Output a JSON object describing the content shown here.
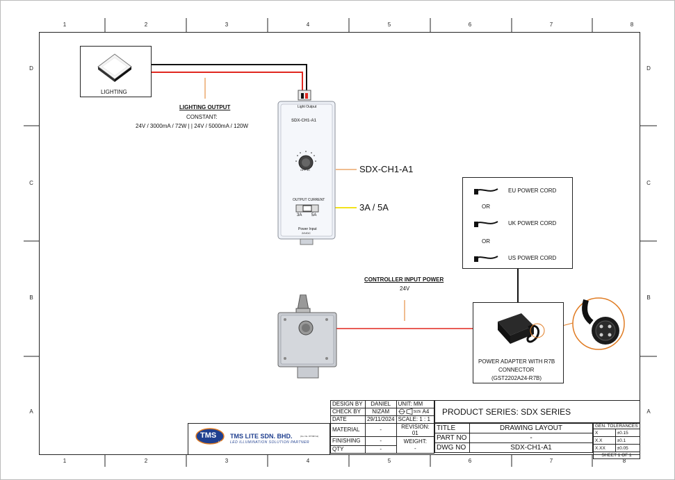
{
  "zones": {
    "numbers": [
      "1",
      "2",
      "3",
      "4",
      "5",
      "6",
      "7",
      "8"
    ],
    "letters": [
      "D",
      "C",
      "B",
      "A"
    ]
  },
  "lighting": {
    "label": "LIGHTING"
  },
  "lighting_output": {
    "title": "LIGHTING OUTPUT",
    "line1": "CONSTANT:",
    "line2": "24V / 3000mA / 72W  | |  24V / 5000mA / 120W"
  },
  "controller": {
    "front_top_label": "Light Output",
    "front_model": "SDX-CH1-A1",
    "dial_label": "OFF  10",
    "switch_title": "OUTPUT CURRENT",
    "switch_left": "3A",
    "switch_right": "5A",
    "power_label": "Power Input",
    "power_volt": "24VDC",
    "callout_model": "SDX-CH1-A1",
    "callout_current": "3A / 5A"
  },
  "power_cords": {
    "eu": "EU POWER CORD",
    "or1": "OR",
    "uk": "UK POWER CORD",
    "or2": "OR",
    "us": "US POWER CORD"
  },
  "controller_input": {
    "title": "CONTROLLER INPUT POWER",
    "value": "24V"
  },
  "adapter": {
    "line1": "POWER ADAPTER WITH R7B",
    "line2": "CONNECTOR",
    "line3": "(GST2202A24-R7B)"
  },
  "title_block": {
    "design_by_label": "DESIGN BY",
    "design_by": "DANIEL",
    "unit_label": "UNIT:",
    "unit": "MM",
    "check_by_label": "CHECK BY",
    "check_by": "NIZAM",
    "size_label": "SIZE",
    "size": "A4",
    "date_label": "DATE",
    "date": "29/11/2024",
    "scale_label": "SCALE:",
    "scale": "1 : 1",
    "material_label": "MATERIAL",
    "material": "-",
    "revision_label": "REVISION:",
    "revision": "01",
    "finishing_label": "FINISHING",
    "finishing": "-",
    "weight_label": "WEIGHT:",
    "weight": "-",
    "qty_label": "QTY",
    "qty": "-",
    "product_series": "PRODUCT SERIES: SDX SERIES",
    "title_label": "TITLE",
    "title": "DRAWING LAYOUT",
    "part_no_label": "PART NO",
    "part_no": "-",
    "dwg_no_label": "DWG NO",
    "dwg_no": "SDX-CH1-A1",
    "gen_tol_label": "GEN. TOLERANCES",
    "tol_x_label": "X",
    "tol_x": "±0.15",
    "tol_xx_label": "X.X",
    "tol_xx": "±0.1",
    "tol_xxx_label": "X.XX",
    "tol_xxx": "±0.05",
    "sheet": "SHEET 1 OF 1"
  },
  "company": {
    "logo_text": "TMS",
    "logo_sub": "Lite",
    "name": "TMS LITE SDN. BHD.",
    "reg": "(Co. No. 977397-H)",
    "tagline": "LED ILLUMINATION SOLUTION PARTNER"
  },
  "colors": {
    "wire_red": "#e0271f",
    "wire_black": "#111111",
    "callout_orange": "#e07b22",
    "callout_yellow": "#f2e21b",
    "logo_blue": "#1f3f8f"
  }
}
